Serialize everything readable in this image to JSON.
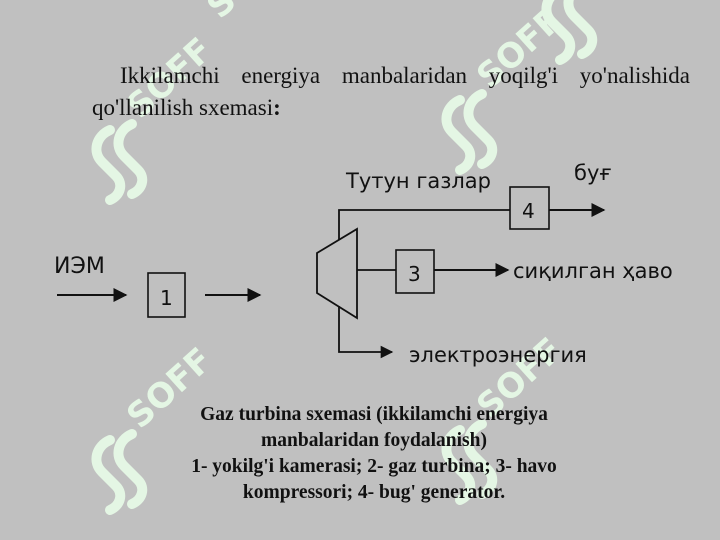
{
  "heading": {
    "text": "Ikkilamchi energiya manbalaridan yoqilg'i yo'nalishida qo'llanilish sxemasi",
    "colon": ":"
  },
  "diagram": {
    "input_label": "ИЭМ",
    "box1_label": "1",
    "box3_label": "3",
    "box4_label": "4",
    "flue_gas_label": "Тутун газлар",
    "steam_label": "буғ",
    "compressed_air_label": "сиқилган ҳаво",
    "electricity_label": "электроэнергия"
  },
  "caption": {
    "line1": "Gaz turbina sxemasi (ikkilamchi energiya",
    "line2": "manbalaridan foydalanish)",
    "line3": "1- yokilg'i kamerasi; 2- gaz turbina; 3- havo",
    "line4": "kompressori; 4- bug' generator."
  },
  "watermark": {
    "text": "SOFF",
    "color": "#e8ffe8"
  }
}
